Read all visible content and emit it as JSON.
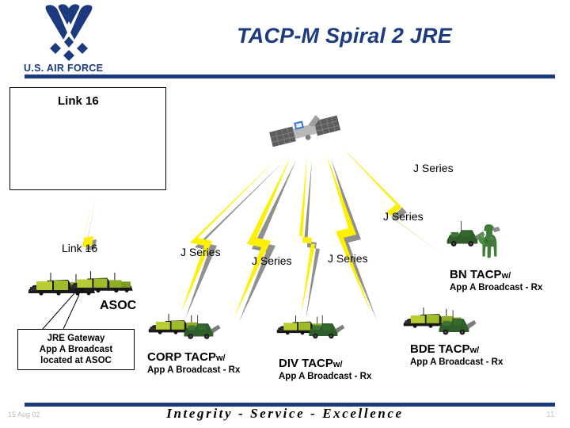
{
  "slide": {
    "title": "TACP-M Spiral 2 JRE",
    "brand_wordmark": "U.S. AIR FORCE",
    "accent_color": "#1b3a80",
    "background_color": "#ffffff"
  },
  "link16_box": {
    "title": "Link 16",
    "hub_color": "#1d8a73",
    "arrow_color": "#f0b366",
    "node_count": 8
  },
  "connections": {
    "link16_label": "Link 16",
    "jseries_labels": [
      "J Series",
      "J Series",
      "J Series",
      "J Series",
      "J Series"
    ],
    "bolt_color": "#fdf000",
    "bolt_shadow_color": "#8c8c8c"
  },
  "nodes": [
    {
      "id": "asoc",
      "name": "ASOC",
      "suffix": "",
      "sub": ""
    },
    {
      "id": "corp_tacp",
      "name": "CORP TACP",
      "suffix": "w/",
      "sub": "App A Broadcast - Rx"
    },
    {
      "id": "div_tacp",
      "name": "DIV TACP",
      "suffix": "w/",
      "sub": "App A Broadcast - Rx"
    },
    {
      "id": "bde_tacp",
      "name": "BDE TACP",
      "suffix": "w/",
      "sub": "App A Broadcast - Rx"
    },
    {
      "id": "bn_tacp",
      "name": "BN TACP",
      "suffix": "w/",
      "sub": "App A Broadcast - Rx"
    }
  ],
  "callout": {
    "line1": "JRE Gateway",
    "line2": "App A Broadcast",
    "line3": "located at ASOC"
  },
  "footer": {
    "date": "15 Aug 02",
    "motto": "Integrity - Service - Excellence",
    "page_number": "11"
  }
}
